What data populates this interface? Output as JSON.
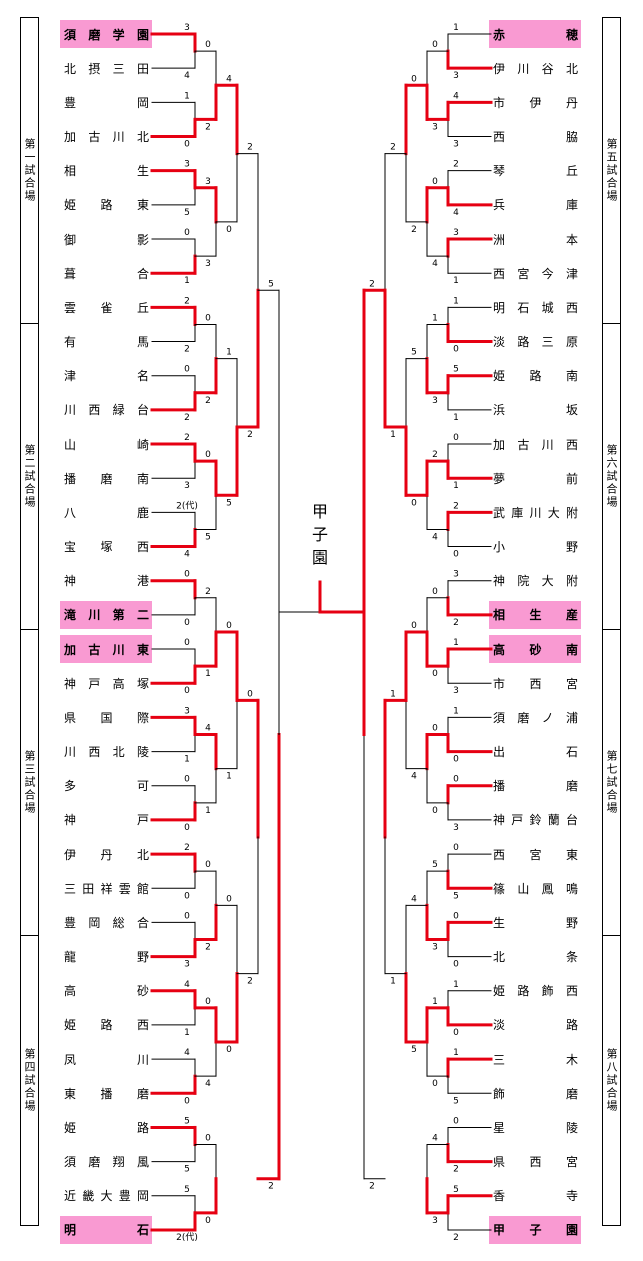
{
  "colors": {
    "accent": "#e60012",
    "highlight": "#f99ad2",
    "line": "#000000"
  },
  "center": "甲子園",
  "venues_left": [
    "第一試合場",
    "第二試合場",
    "第三試合場",
    "第四試合場"
  ],
  "venues_right": [
    "第五試合場",
    "第六試合場",
    "第七試合場",
    "第八試合場"
  ],
  "left_teams": [
    {
      "name": "須磨学園",
      "hl": true
    },
    {
      "name": "北摂三田"
    },
    {
      "name": "豊岡"
    },
    {
      "name": "加古川北"
    },
    {
      "name": "相生"
    },
    {
      "name": "姫路東"
    },
    {
      "name": "御影"
    },
    {
      "name": "葺合"
    },
    {
      "name": "雲雀丘"
    },
    {
      "name": "有馬"
    },
    {
      "name": "津名"
    },
    {
      "name": "川西緑台"
    },
    {
      "name": "山崎"
    },
    {
      "name": "播磨南"
    },
    {
      "name": "八鹿"
    },
    {
      "name": "宝塚西"
    },
    {
      "name": "神港"
    },
    {
      "name": "滝川第二",
      "hl": true
    },
    {
      "name": "加古川東",
      "hl": true
    },
    {
      "name": "神戸高塚"
    },
    {
      "name": "県国際"
    },
    {
      "name": "川西北陵"
    },
    {
      "name": "多可"
    },
    {
      "name": "神戸"
    },
    {
      "name": "伊丹北"
    },
    {
      "name": "三田祥雲館"
    },
    {
      "name": "豊岡総合"
    },
    {
      "name": "龍野"
    },
    {
      "name": "高砂"
    },
    {
      "name": "姫路西"
    },
    {
      "name": "凤川"
    },
    {
      "name": "東播磨"
    },
    {
      "name": "姫路"
    },
    {
      "name": "須磨翔風"
    },
    {
      "name": "近畿大豊岡"
    },
    {
      "name": "明石",
      "hl": true
    }
  ],
  "right_teams": [
    {
      "name": "赤穂",
      "hl": true
    },
    {
      "name": "伊川谷北"
    },
    {
      "name": "市伊丹"
    },
    {
      "name": "西脇"
    },
    {
      "name": "琴丘"
    },
    {
      "name": "兵庫"
    },
    {
      "name": "洲本"
    },
    {
      "name": "西宮今津"
    },
    {
      "name": "明石城西"
    },
    {
      "name": "淡路三原"
    },
    {
      "name": "姫路南"
    },
    {
      "name": "浜坂"
    },
    {
      "name": "加古川西"
    },
    {
      "name": "夢前"
    },
    {
      "name": "武庫川大附"
    },
    {
      "name": "小野"
    },
    {
      "name": "神院大附"
    },
    {
      "name": "相生産",
      "hl": true
    },
    {
      "name": "高砂南",
      "hl": true
    },
    {
      "name": "市西宮"
    },
    {
      "name": "須磨ノ浦"
    },
    {
      "name": "出石"
    },
    {
      "name": "播磨"
    },
    {
      "name": "神戸鈴蘭台"
    },
    {
      "name": "西宮東"
    },
    {
      "name": "篠山鳳鳴"
    },
    {
      "name": "生野"
    },
    {
      "name": "北条"
    },
    {
      "name": "姫路飾西"
    },
    {
      "name": "淡路"
    },
    {
      "name": "三木"
    },
    {
      "name": "飾磨"
    },
    {
      "name": "星陵"
    },
    {
      "name": "県西宮"
    },
    {
      "name": "香寺"
    },
    {
      "name": "甲子園",
      "hl": true
    }
  ],
  "scores": [
    "3",
    "4",
    "1",
    "0",
    "3",
    "5",
    "0",
    "1",
    "2",
    "2",
    "0",
    "2",
    "2",
    "3",
    "2(代)",
    "4",
    "0",
    "0",
    "0",
    "0",
    "3",
    "1",
    "0",
    "0",
    "2",
    "0",
    "0",
    "3",
    "4",
    "1",
    "4",
    "0",
    "5",
    "5",
    "5",
    "2(代)",
    "0",
    "2",
    "3",
    "3",
    "0",
    "2",
    "0",
    "5",
    "2",
    "1",
    "4",
    "1",
    "0",
    "2",
    "0",
    "4",
    "0",
    "0",
    "4",
    "0",
    "1",
    "5",
    "0",
    "1",
    "0",
    "0",
    "2",
    "2",
    "0",
    "2",
    "5",
    "2",
    "1",
    "3",
    "4",
    "3",
    "2",
    "4",
    "3",
    "1",
    "1",
    "0",
    "5",
    "1",
    "0",
    "1",
    "2",
    "0",
    "3",
    "2",
    "1",
    "3",
    "1",
    "0",
    "0",
    "3",
    "0",
    "5",
    "0",
    "0",
    "1",
    "0",
    "1",
    "5",
    "0",
    "2",
    "5",
    "2",
    "0",
    "3",
    "0",
    "4",
    "1",
    "3",
    "2",
    "4",
    "0",
    "0",
    "0",
    "0",
    "5",
    "3",
    "1",
    "0",
    "4",
    "3",
    "0",
    "2",
    "5",
    "0",
    "0",
    "4",
    "4",
    "5",
    "2",
    "1",
    "1",
    "1",
    "2",
    "2",
    "0",
    "3",
    "1",
    "3",
    "3"
  ]
}
